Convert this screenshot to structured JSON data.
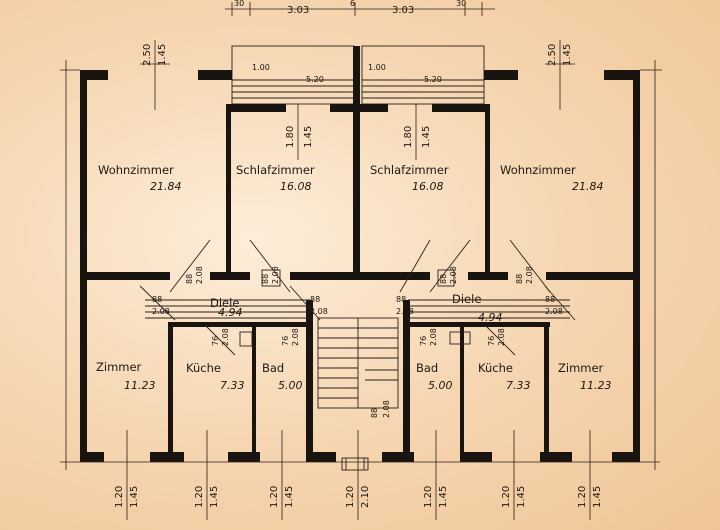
{
  "top_dimensions": {
    "left": "3.03",
    "right": "3.03",
    "left_small": "30",
    "right_small": "30",
    "mid_small": "6"
  },
  "rooms": {
    "wohnzimmer_left": {
      "name": "Wohnzimmer",
      "area": "21.84"
    },
    "schlafzimmer_left": {
      "name": "Schlafzimmer",
      "area": "16.08"
    },
    "schlafzimmer_right": {
      "name": "Schlafzimmer",
      "area": "16.08"
    },
    "wohnzimmer_right": {
      "name": "Wohnzimmer",
      "area": "21.84"
    },
    "diele_left": {
      "name": "Diele",
      "area": "4.94"
    },
    "diele_right": {
      "name": "Diele",
      "area": "4.94"
    },
    "zimmer_left": {
      "name": "Zimmer",
      "area": "11.23"
    },
    "kuche_left": {
      "name": "Küche",
      "area": "7.33"
    },
    "bad_left": {
      "name": "Bad",
      "area": "5.00"
    },
    "bad_right": {
      "name": "Bad",
      "area": "5.00"
    },
    "kuche_right": {
      "name": "Küche",
      "area": "7.33"
    },
    "zimmer_right": {
      "name": "Zimmer",
      "area": "11.23"
    }
  },
  "balcony": {
    "left_width": "1.00",
    "left_len": "5.20",
    "right_width": "1.00",
    "right_len": "5.20"
  },
  "window_dims": {
    "top_a": "2.50",
    "top_b": "1.45",
    "inner_a": "1.80",
    "inner_b": "1.45",
    "bottom_a": "1.20",
    "bottom_b": "1.45",
    "stair_a": "1.20",
    "stair_b": "2.10"
  },
  "door_dims": {
    "d1": "88",
    "d2": "2.08",
    "d3": "76",
    "d4": "2.08"
  }
}
